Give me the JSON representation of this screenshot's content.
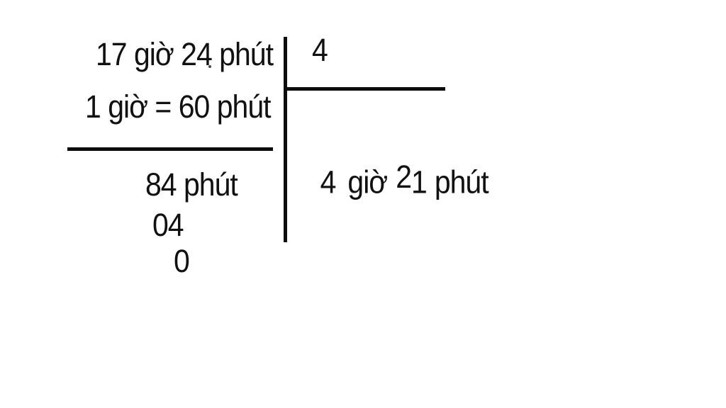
{
  "canvas": {
    "background": "#ffffff",
    "ink": "#111111",
    "stroke": "#0d0d0d"
  },
  "problem": {
    "dividend": "17 giờ 24 phút",
    "conversion": "1 giờ = 60 phút",
    "divisor": "4",
    "quotient": {
      "hours": "4",
      "hours_unit": "giờ",
      "minutes_tens": "2",
      "minutes_ones": "1",
      "minutes_unit": "phút"
    },
    "steps": [
      {
        "text": "84 phút"
      },
      {
        "text": "04"
      },
      {
        "text": "0"
      }
    ]
  }
}
